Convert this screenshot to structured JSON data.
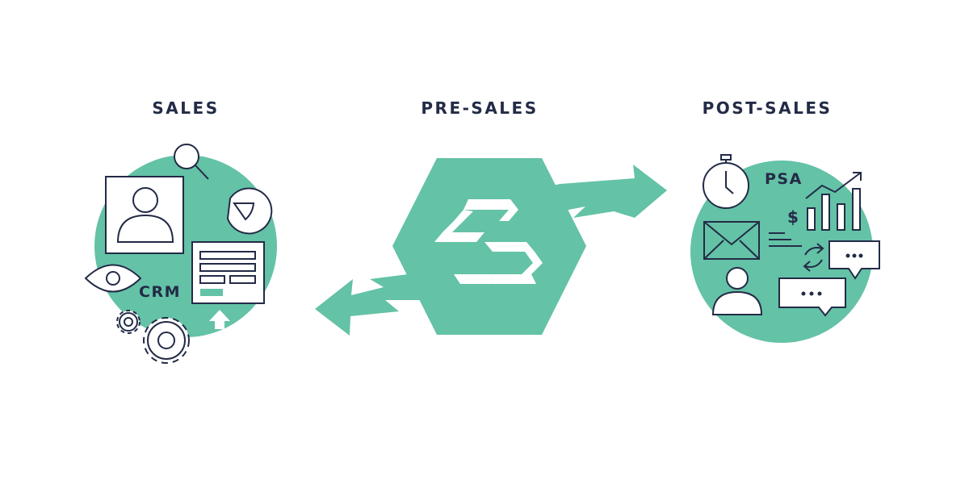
{
  "diagram": {
    "colors": {
      "accent": "#64c2a6",
      "ink": "#232b47",
      "background": "#ffffff"
    },
    "sections": [
      {
        "id": "sales",
        "title": "SALES",
        "label": "CRM",
        "icons": [
          "magnifier-icon",
          "user-card-icon",
          "pie-chart-icon",
          "eye-icon",
          "form-icon",
          "gear-icon",
          "upload-arrow-icon"
        ]
      },
      {
        "id": "pre-sales",
        "title": "PRE-SALES",
        "icons": [
          "hexagon-logo-icon"
        ]
      },
      {
        "id": "post-sales",
        "title": "POST-SALES",
        "label": "PSA",
        "currency": "$",
        "icons": [
          "stopwatch-icon",
          "bar-chart-icon",
          "envelope-icon",
          "chat-bubble-icon",
          "user-icon",
          "sync-arrows-icon"
        ]
      }
    ],
    "connectors": [
      {
        "from": "pre-sales",
        "to": "sales",
        "type": "zigzag-arrow"
      },
      {
        "from": "pre-sales",
        "to": "post-sales",
        "type": "zigzag-arrow"
      }
    ]
  }
}
